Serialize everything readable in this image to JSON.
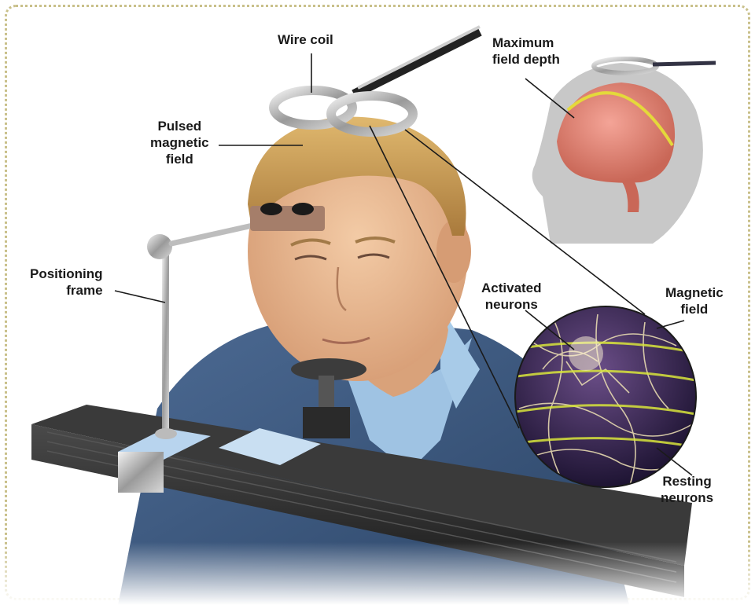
{
  "labels": {
    "wire_coil": "Wire coil",
    "max_field_depth": [
      "Maximum",
      "field depth"
    ],
    "pulsed_field": [
      "Pulsed",
      "magnetic",
      "field"
    ],
    "positioning_frame": [
      "Positioning",
      "frame"
    ],
    "activated_neurons": [
      "Activated",
      "neurons"
    ],
    "magnetic_field": [
      "Magnetic",
      "field"
    ],
    "resting_neurons": [
      "Resting",
      "neurons"
    ]
  },
  "colors": {
    "border": "#c9c08a",
    "skin": "#e9b98f",
    "hair": "#c99a52",
    "jacket": "#3d5a80",
    "shirt": "#9fc3e3",
    "rail": "#2c2c2c",
    "brain": "#e88a7d",
    "field_arc": "#e4d93b",
    "neuron_bg": "#3a2a5a",
    "neuron": "#e6d9b0"
  }
}
